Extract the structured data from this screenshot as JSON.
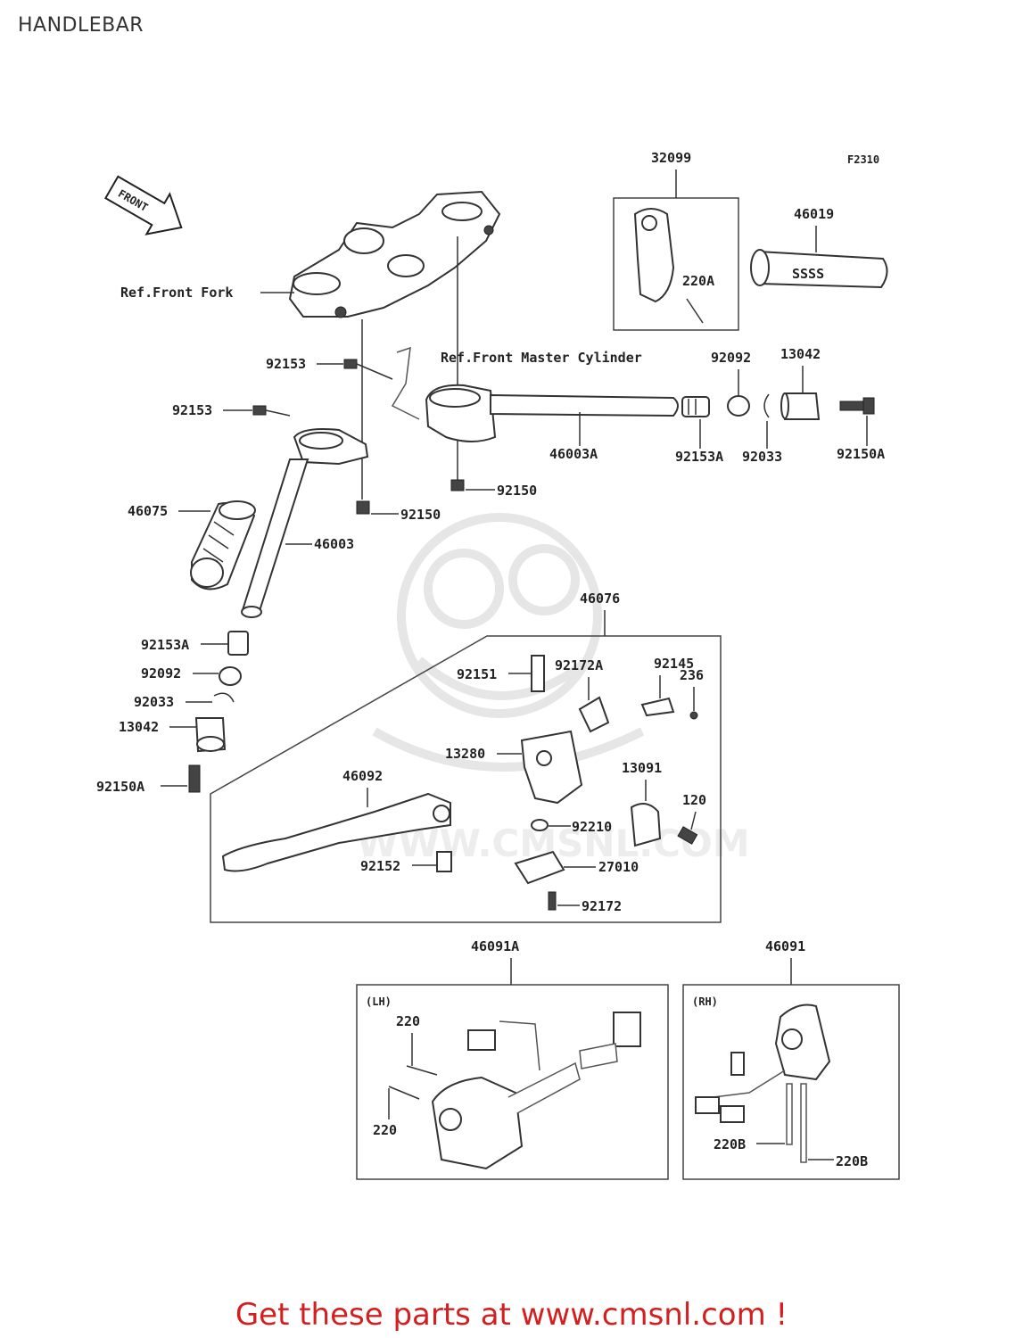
{
  "page": {
    "title": "HANDLEBAR",
    "figure_code": "F2310",
    "footer": "Get these parts at www.cmsnl.com !",
    "watermark": "WWW.CMSNL.COM",
    "accent_color": "#d31f1f"
  },
  "direction": {
    "label": "FRONT"
  },
  "references": {
    "front_fork": "Ref.Front Fork",
    "front_master_cylinder": "Ref.Front Master Cylinder"
  },
  "callouts": {
    "p32099": "32099",
    "p220A": "220A",
    "p46019": "46019",
    "p92153_top": "92153",
    "p92153_mid": "92153",
    "p92092_right": "92092",
    "p13042_right": "13042",
    "p46003A": "46003A",
    "p92153A_right": "92153A",
    "p92033_right": "92033",
    "p92150A_right": "92150A",
    "p92150_center": "92150",
    "p92150_left": "92150",
    "p46075": "46075",
    "p46003": "46003",
    "p46076": "46076",
    "p92153A_left": "92153A",
    "p92092_left": "92092",
    "p92033_left": "92033",
    "p13042_left": "13042",
    "p92150A_left": "92150A",
    "p92151": "92151",
    "p92172A": "92172A",
    "p92145": "92145",
    "p236": "236",
    "p13280": "13280",
    "p13091": "13091",
    "p46092": "46092",
    "p120": "120",
    "p92210": "92210",
    "p92152": "92152",
    "p27010": "27010",
    "p92172": "92172",
    "p46091A": "46091A",
    "p46091": "46091",
    "p220_top": "220",
    "p220_bottom": "220",
    "p220B_left": "220B",
    "p220B_right": "220B"
  },
  "boxes": {
    "lh": "(LH)",
    "rh": "(RH)"
  }
}
